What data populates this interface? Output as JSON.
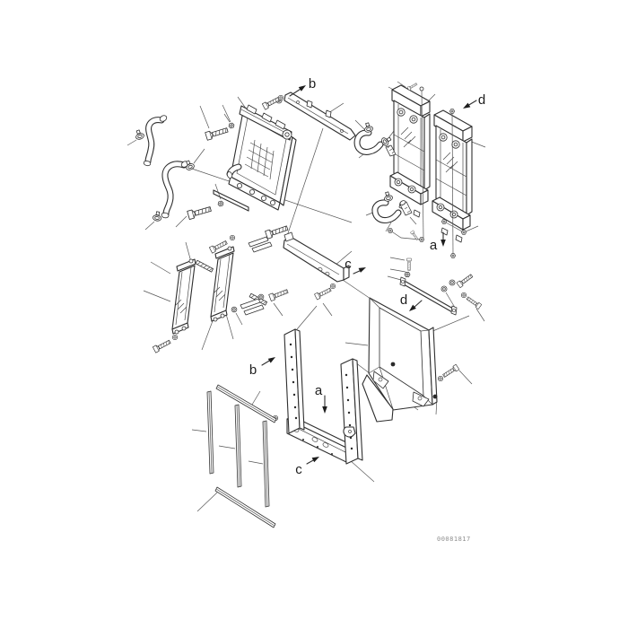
{
  "figure": {
    "background": "#ffffff",
    "ink": "#2f2f2f",
    "leader_color": "#555555",
    "drawing_number": "00081817"
  },
  "callouts": {
    "b_top": "b",
    "d_top": "d",
    "a_right": "a",
    "c_mid": "c",
    "d_mid": "d",
    "b_bottom": "b",
    "a_bottom": "a",
    "c_bottom": "c"
  }
}
